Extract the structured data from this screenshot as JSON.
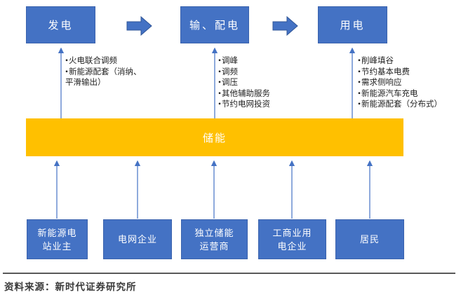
{
  "diagram": {
    "stages": [
      {
        "label": "发电",
        "bullets": [
          "火电联合调频",
          "新能源配套（消纳、平滑输出）"
        ]
      },
      {
        "label": "输、配电",
        "bullets": [
          "调峰",
          "调频",
          "调压",
          "其他辅助服务",
          "节约电网投资"
        ]
      },
      {
        "label": "用电",
        "bullets": [
          "削峰填谷",
          "节约基本电费",
          "需求侧响应",
          "新能源汽车充电",
          "新能源配套（分布式）"
        ]
      }
    ],
    "storage": {
      "label": "储能"
    },
    "participants": [
      {
        "label": "新能源电站业主"
      },
      {
        "label": "电网企业"
      },
      {
        "label": "独立储能运营商"
      },
      {
        "label": "工商业用电企业"
      },
      {
        "label": "居民"
      }
    ],
    "source_note": "资料来源：新时代证券研究所",
    "colors": {
      "node_blue": "#4472C4",
      "node_border": "#3a62ad",
      "storage_orange": "#FFC000",
      "connector_blue": "#4472C4",
      "separator_gray": "#595959"
    }
  }
}
